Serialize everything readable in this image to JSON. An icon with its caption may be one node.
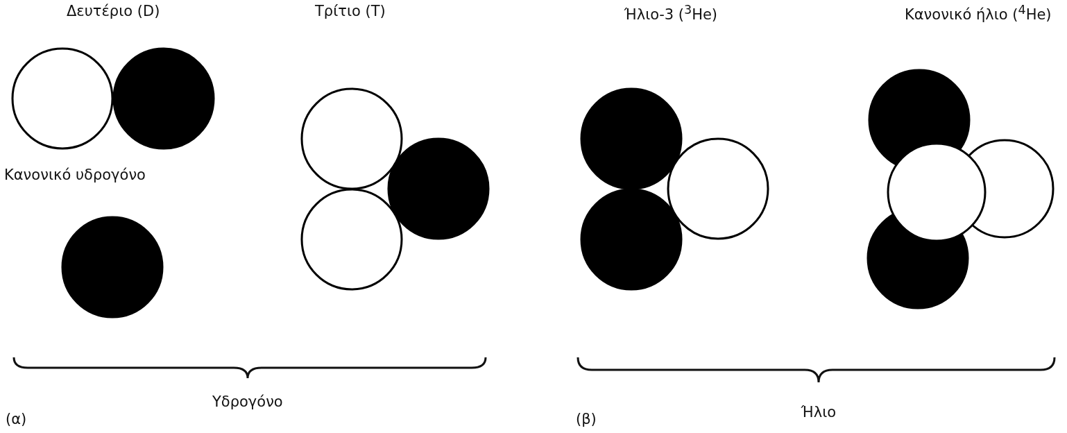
{
  "diagram": {
    "labels": [
      "Δευτέριο (D)",
      "Τρίτιο (T)",
      "Ήλιο-3 ($^{3}$He)",
      "Κανονικό ήλιο ($^{4}$He)",
      "Κανονικό υδρογόνο",
      "Υδρογόνο",
      "Ήλιο",
      "(α)",
      "(β)"
    ]
  }
}
